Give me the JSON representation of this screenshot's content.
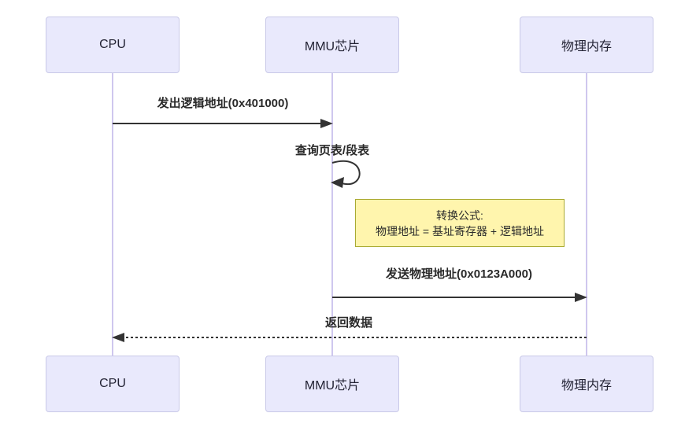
{
  "actors": [
    {
      "label": "CPU"
    },
    {
      "label": "MMU芯片"
    },
    {
      "label": "物理内存"
    }
  ],
  "messages": [
    {
      "label": "发出逻辑地址(0x401000)",
      "type": "solid-arrow",
      "from": "CPU",
      "to": "MMU芯片"
    },
    {
      "label": "查询页表/段表",
      "type": "self-loop",
      "from": "MMU芯片",
      "to": "MMU芯片"
    },
    {
      "label": "发送物理地址(0x0123A000)",
      "type": "solid-arrow",
      "from": "MMU芯片",
      "to": "物理内存"
    },
    {
      "label": "返回数据",
      "type": "dashed-arrow",
      "from": "物理内存",
      "to": "CPU"
    }
  ],
  "note": {
    "line1": "转换公式:",
    "line2": "物理地址 = 基址寄存器 + 逻辑地址"
  },
  "colors": {
    "actor_fill": "#e9e9fc",
    "actor_border": "#c9c9e8",
    "lifeline": "#cfc7ee",
    "note_fill": "#fff5ad",
    "note_border": "#aaaa33",
    "arrow": "#333333",
    "text": "#2a2a2a"
  }
}
